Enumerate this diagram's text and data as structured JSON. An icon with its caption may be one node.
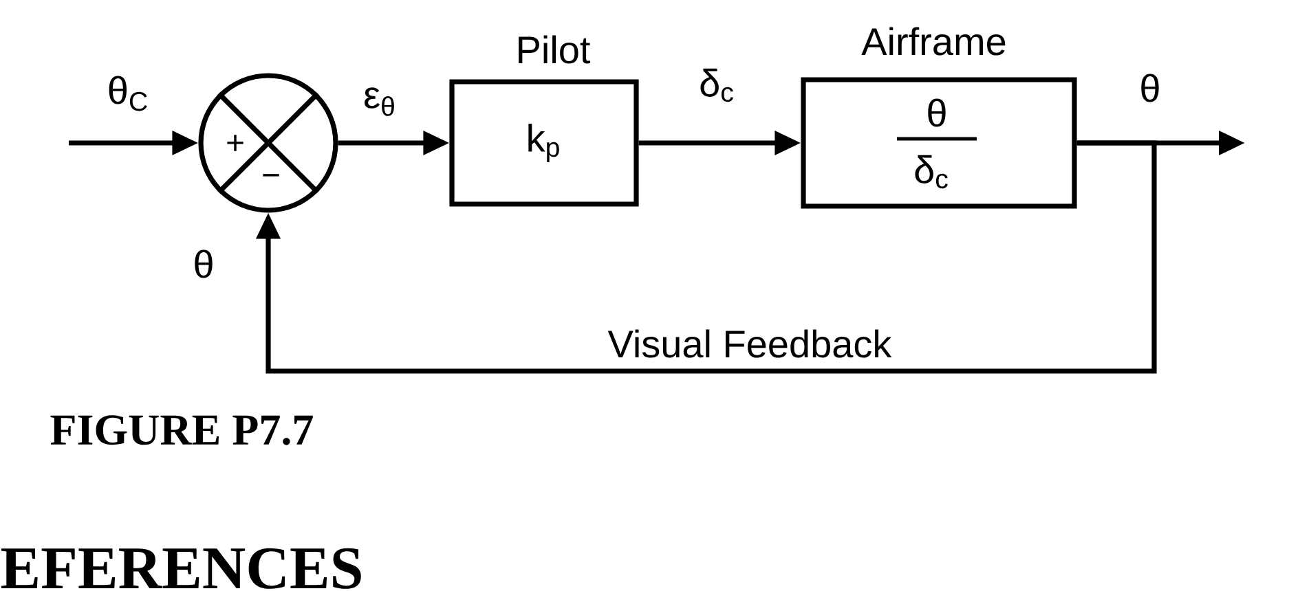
{
  "diagram": {
    "caption": "FIGURE P7.7",
    "nodes": [
      {
        "text": [
          "+",
          "−"
        ]
      },
      {
        "text": [
          "Pilot",
          "k$_{p}$"
        ]
      },
      {
        "text": [
          "Airframe",
          "θ",
          "δ$_{c}$"
        ]
      }
    ],
    "edges": [
      {
        "from": null,
        "to": 0,
        "arrow": "to",
        "label": "θ$_{C}$"
      },
      {
        "from": 0,
        "to": 1,
        "arrow": "to",
        "label": "ε$_{θ}$"
      },
      {
        "from": 1,
        "to": 2,
        "arrow": "to",
        "label": "δ$_{c}$"
      },
      {
        "from": 2,
        "to": null,
        "arrow": "to",
        "label": "θ"
      },
      {
        "from": 2,
        "to": 0,
        "arrow": "to",
        "label": "Visual Feedback"
      }
    ],
    "labels": [
      "θ",
      "EFERENCES"
    ]
  }
}
